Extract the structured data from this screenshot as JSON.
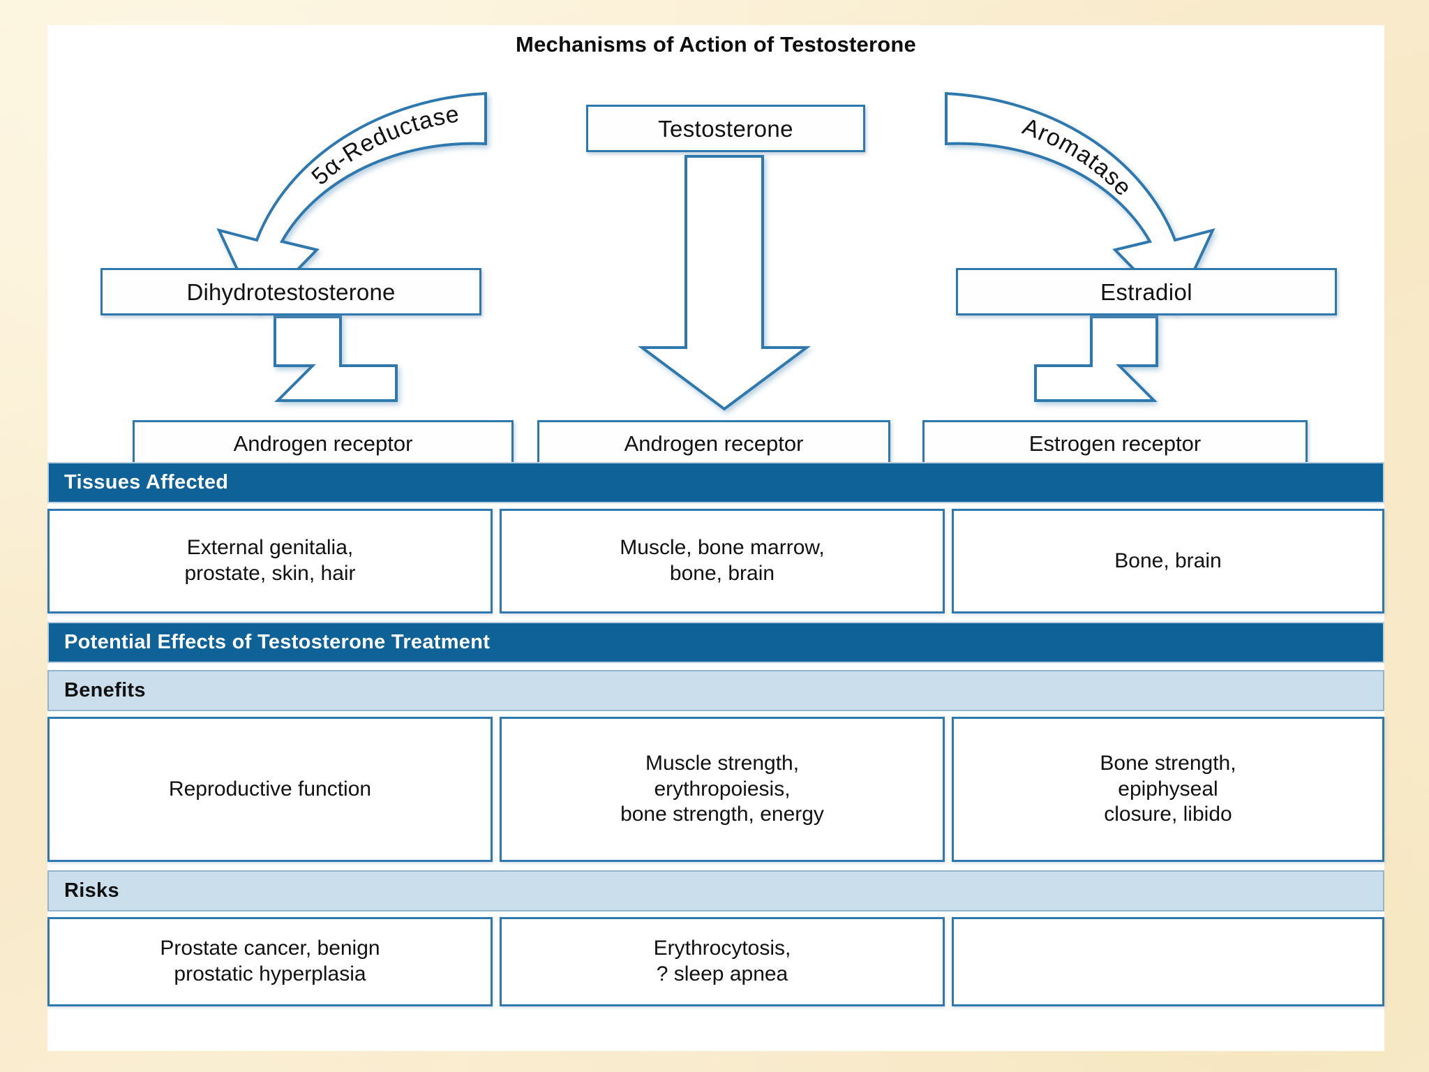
{
  "figure": {
    "title": "Mechanisms of Action of Testosterone",
    "background_color": "#faeccb",
    "panel_color": "#ffffff",
    "accent_blue": "#2f78ad",
    "header_dark_blue": "#0f6298",
    "header_light_blue": "#cadfeb"
  },
  "flow": {
    "source": {
      "label": "Testosterone"
    },
    "enzymes": {
      "left": "5α-Reductase",
      "right": "Aromatase"
    },
    "metabolites": {
      "left": "Dihydrotestosterone",
      "right": "Estradiol"
    },
    "receptors": [
      "Androgen receptor",
      "Androgen receptor",
      "Estrogen receptor"
    ]
  },
  "sections": {
    "tissues_affected": {
      "header": "Tissues Affected",
      "cells": [
        "External genitalia,\nprostate, skin, hair",
        "Muscle, bone marrow,\nbone, brain",
        "Bone, brain"
      ]
    },
    "potential_effects": {
      "header": "Potential Effects of Testosterone Treatment",
      "benefits": {
        "header": "Benefits",
        "cells": [
          "Reproductive function",
          "Muscle strength,\nerythropoiesis,\nbone strength, energy",
          "Bone strength,\nepiphyseal\nclosure, libido"
        ]
      },
      "risks": {
        "header": "Risks",
        "cells": [
          "Prostate cancer, benign\nprostatic hyperplasia",
          "Erythrocytosis,\n? sleep apnea",
          ""
        ]
      }
    }
  }
}
